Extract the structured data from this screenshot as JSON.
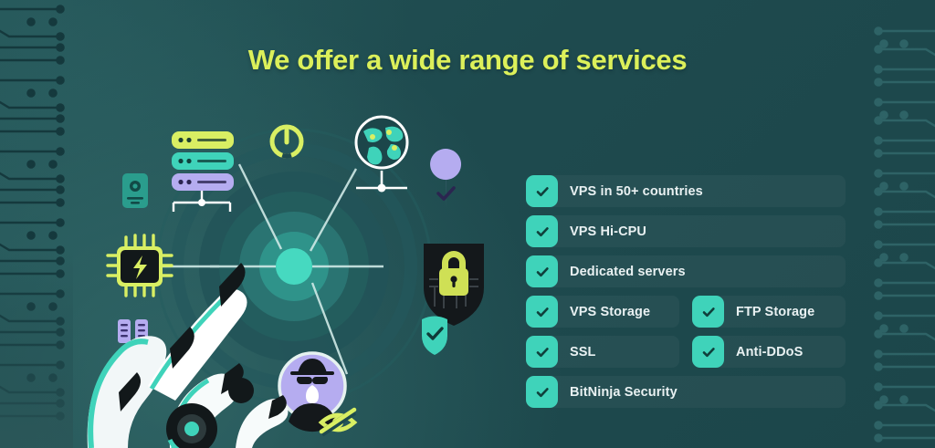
{
  "page": {
    "title": "We offer a wide range of services",
    "background_color": "#1e4a4e",
    "accent_color": "#dcf05a",
    "check_color": "#3fd3ba"
  },
  "services": {
    "rows": [
      {
        "items": [
          {
            "label": "VPS in 50+ countries",
            "checked": true,
            "width": "full"
          }
        ]
      },
      {
        "items": [
          {
            "label": "VPS Hi-CPU",
            "checked": true,
            "width": "full"
          }
        ]
      },
      {
        "items": [
          {
            "label": "Dedicated servers",
            "checked": true,
            "width": "full"
          }
        ]
      },
      {
        "items": [
          {
            "label": "VPS Storage",
            "checked": true,
            "width": "half"
          },
          {
            "label": "FTP Storage",
            "checked": true,
            "width": "half"
          }
        ]
      },
      {
        "items": [
          {
            "label": "SSL",
            "checked": true,
            "width": "half"
          },
          {
            "label": "Anti-DDoS",
            "checked": true,
            "width": "half"
          }
        ]
      },
      {
        "items": [
          {
            "label": "BitNinja Security",
            "checked": true,
            "width": "full"
          }
        ]
      }
    ]
  },
  "illustration": {
    "icons": [
      {
        "name": "server-stack-icon",
        "label": "Server stack"
      },
      {
        "name": "power-button-icon",
        "label": "Power"
      },
      {
        "name": "globe-icon",
        "label": "Global network"
      },
      {
        "name": "map-pin-check-icon",
        "label": "Verified location"
      },
      {
        "name": "id-card-icon",
        "label": "Identity"
      },
      {
        "name": "cpu-chip-icon",
        "label": "High CPU"
      },
      {
        "name": "rack-units-icon",
        "label": "Rack units"
      },
      {
        "name": "lock-shield-icon",
        "label": "Security lock"
      },
      {
        "name": "shield-check-icon",
        "label": "Protected"
      },
      {
        "name": "incognito-avatar-icon",
        "label": "Anonymity"
      },
      {
        "name": "eye-off-icon",
        "label": "Privacy"
      },
      {
        "name": "robot-hand-icon",
        "label": "Robotic hand"
      },
      {
        "name": "radar-rings-icon",
        "label": "Radar rings"
      }
    ]
  }
}
